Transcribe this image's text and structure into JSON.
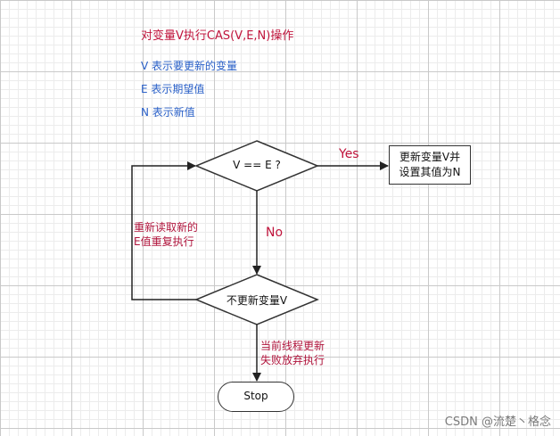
{
  "title": "对变量V执行CAS(V,E,N)操作",
  "legend": {
    "v": "V 表示要更新的变量",
    "e": "E 表示期望值",
    "n": "N 表示新值"
  },
  "nodes": {
    "condition": "V == E ?",
    "update_box_line1": "更新变量V并",
    "update_box_line2": "设置其值为N",
    "no_update": "不更新变量V",
    "stop": "Stop"
  },
  "edges": {
    "yes": "Yes",
    "no": "No",
    "retry_line1": "重新读取新的",
    "retry_line2": "E值重复执行",
    "fail_line1": "当前线程更新",
    "fail_line2": "失败放弃执行"
  },
  "watermark": "CSDN @流楚丶格念"
}
